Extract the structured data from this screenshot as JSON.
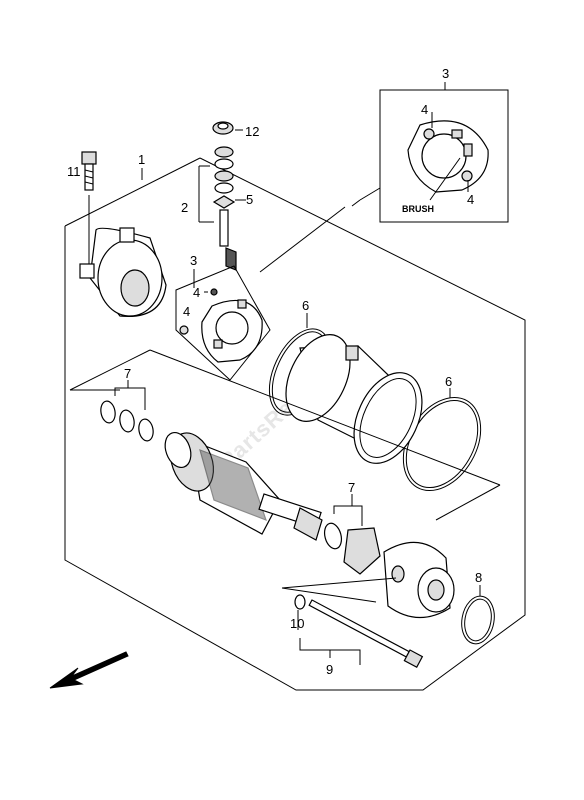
{
  "callouts": {
    "n1": "1",
    "n2": "2",
    "n3_inset": "3",
    "n3": "3",
    "n4_inset_top": "4",
    "n4_inset_bot": "4",
    "n4_a": "4",
    "n4_b": "4",
    "n5": "5",
    "n6_a": "6",
    "n6_b": "6",
    "n7_a": "7",
    "n7_b": "7",
    "n8": "8",
    "n9": "9",
    "n10": "10",
    "n11": "11",
    "n12": "12"
  },
  "inset": {
    "brush_label": "BRUSH"
  },
  "watermark": "PartsRepublik",
  "front_arrow_icon": "arrow-down-left-icon"
}
